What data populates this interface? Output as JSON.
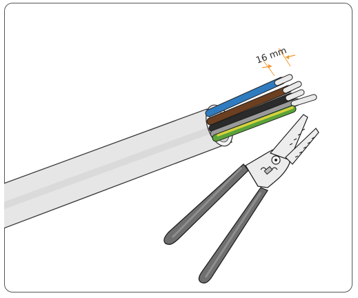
{
  "dimension": {
    "label": "16 mm"
  },
  "colors": {
    "frame_border": "#555555",
    "cable_jacket": "#e4e4e4",
    "cable_outline": "#3a3a3a",
    "wire_blue": "#2f7bc0",
    "wire_brown": "#6b3f1f",
    "wire_black": "#2b2b2b",
    "wire_grey": "#9a9a9a",
    "wire_green_yellow_g": "#5aa33a",
    "wire_green_yellow_y": "#d9d23b",
    "dimension_arrow": "#f0962a",
    "plier_handle": "#6f6f6f",
    "plier_metal": "#e8e8e8"
  },
  "icons": [
    "cable",
    "wire-stripper-pliers",
    "dimension-arrows"
  ]
}
